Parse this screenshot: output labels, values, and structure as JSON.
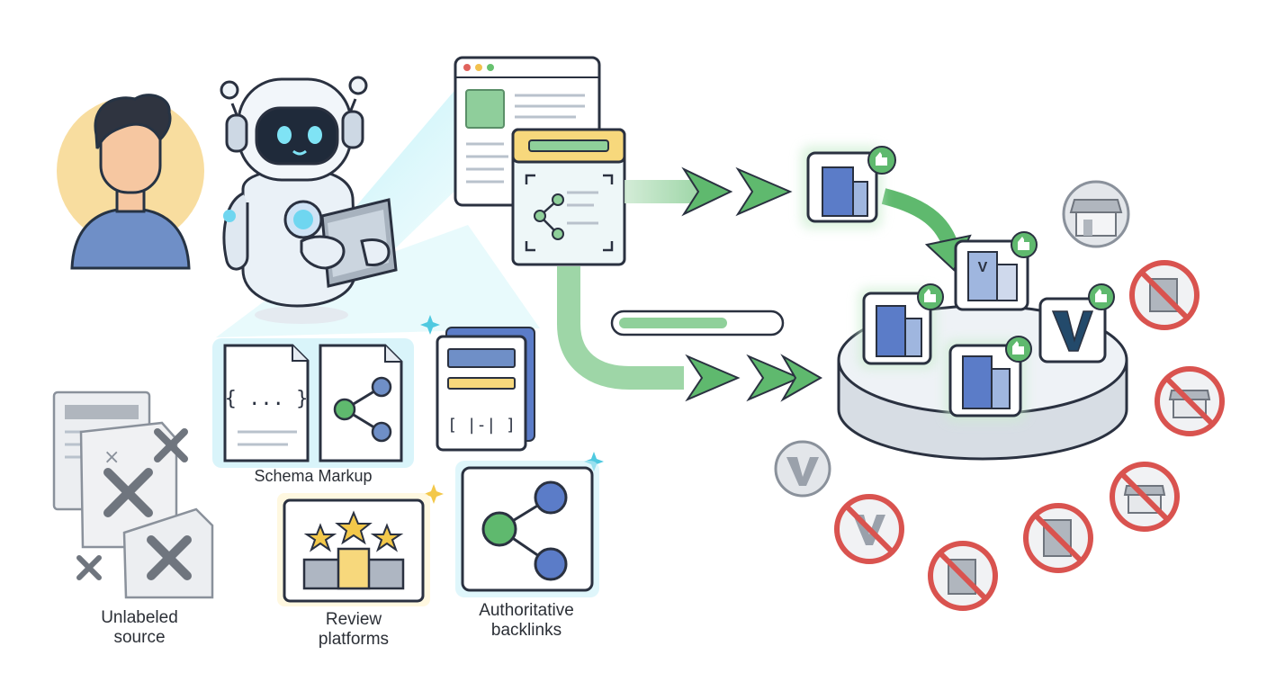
{
  "labels": {
    "schema_markup": "Schema Markup",
    "review_platforms": "Review\nplatforms",
    "authoritative_backlinks": "Authoritative\nbacklinks",
    "unlabeled_source": "Unlabeled\nsource"
  },
  "glyphs": {
    "code_braces": "{ ... }",
    "bracket_code": "[ |-| ]",
    "brand_letter": "V"
  },
  "colors": {
    "accent_green": "#5fb96e",
    "accent_blue": "#4f86c9",
    "robot_glow": "#7fe3f5",
    "blocked_red": "#d9534f",
    "star_yellow": "#f3c84a"
  },
  "icons": [
    "user-avatar-icon",
    "robot-icon",
    "tablet-icon",
    "browser-window-icon",
    "schema-card-icon",
    "code-document-icon",
    "share-document-icon",
    "form-document-icon",
    "star-rating-icon",
    "network-node-icon",
    "rejected-document-icon",
    "building-icon",
    "thumbs-up-icon",
    "storefront-icon",
    "brand-logo-icon",
    "blocked-icon"
  ]
}
